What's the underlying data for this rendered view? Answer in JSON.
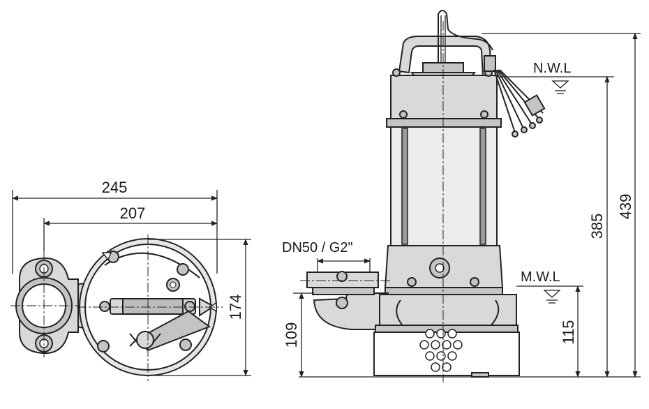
{
  "dimensions": {
    "overall_width": "245",
    "flange_span": "207",
    "plan_depth": "174",
    "overall_height": "439",
    "normal_water_level_height": "385",
    "minimum_water_level_height": "115",
    "discharge_center_height": "109"
  },
  "labels": {
    "normal_water_level": "N.W.L",
    "minimum_water_level": "M.W.L",
    "discharge_size": "DN50 / G2\""
  },
  "colors": {
    "line": "#222222",
    "metal_fill": "#d9d9d9",
    "shadow_fill": "#c4c4c4",
    "background": "#ffffff"
  }
}
